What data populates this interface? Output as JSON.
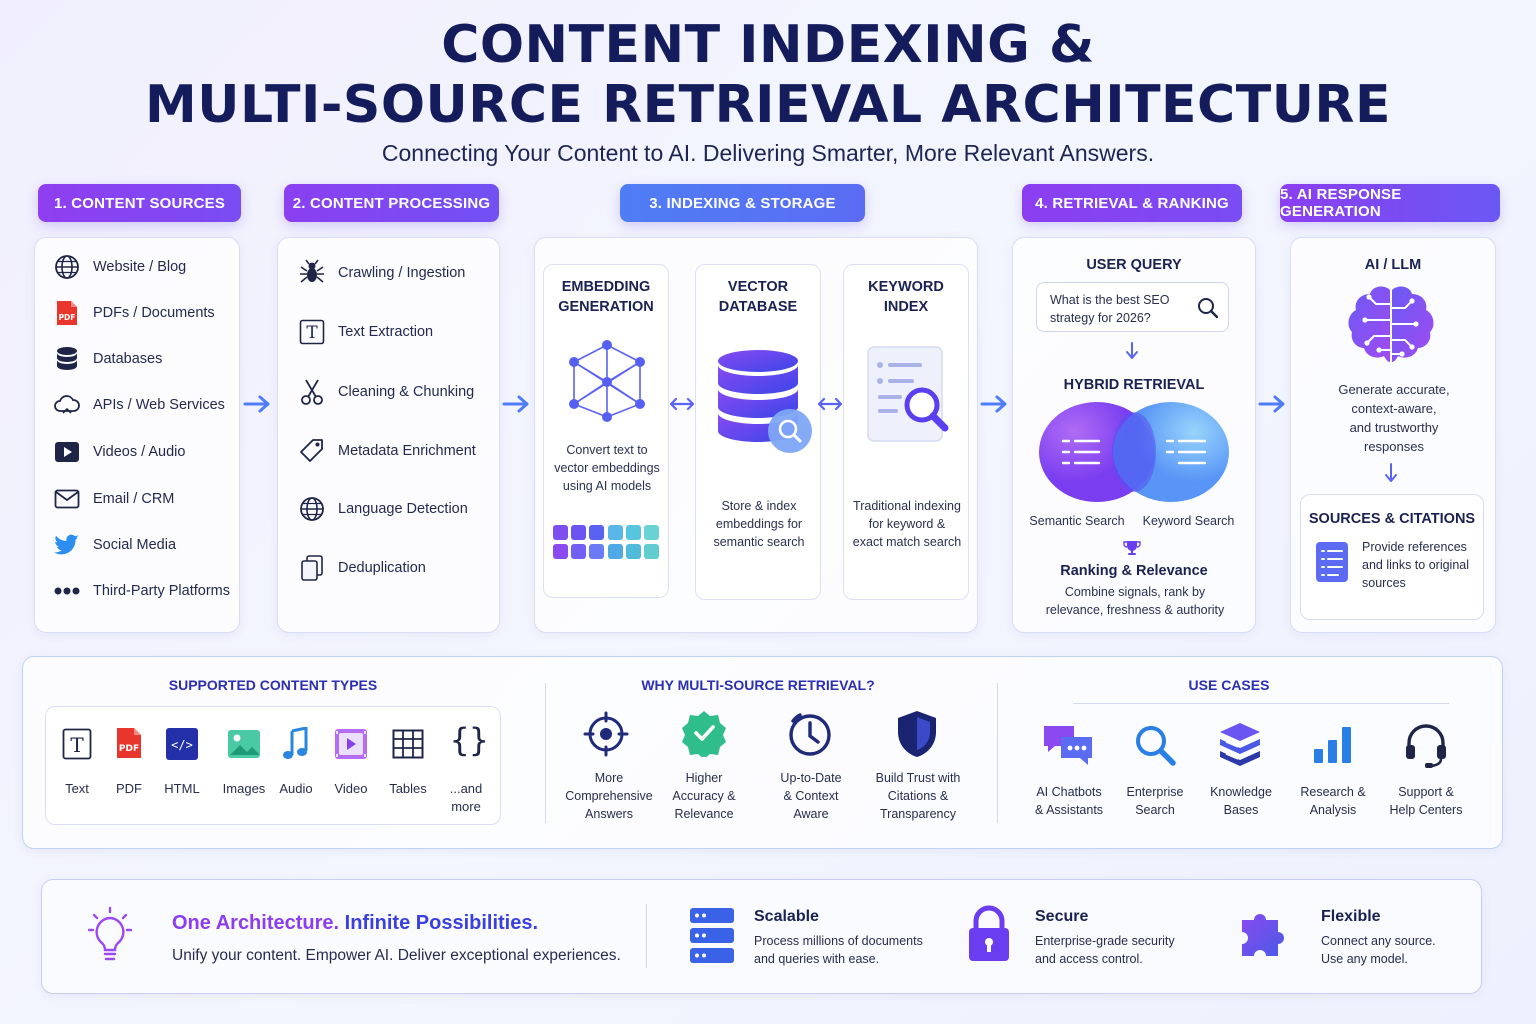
{
  "title": {
    "line1": "CONTENT INDEXING &",
    "line2": "MULTI-SOURCE RETRIEVAL ARCHITECTURE"
  },
  "subtitle": "Connecting Your Content to AI. Delivering Smarter, More Relevant Answers.",
  "colors": {
    "purple": "#8b3ef0",
    "indigo": "#5b5cf0",
    "blue": "#4f7df5",
    "navy": "#141c5c"
  },
  "stages": [
    {
      "label": "1. CONTENT SOURCES"
    },
    {
      "label": "2. CONTENT PROCESSING"
    },
    {
      "label": "3. INDEXING & STORAGE"
    },
    {
      "label": "4. RETRIEVAL & RANKING"
    },
    {
      "label": "5. AI RESPONSE GENERATION"
    }
  ],
  "sources": [
    {
      "icon": "globe-icon",
      "label": "Website / Blog"
    },
    {
      "icon": "pdf-icon",
      "label": "PDFs / Documents"
    },
    {
      "icon": "database-icon",
      "label": "Databases"
    },
    {
      "icon": "cloud-icon",
      "label": "APIs / Web Services"
    },
    {
      "icon": "play-icon",
      "label": "Videos / Audio"
    },
    {
      "icon": "envelope-icon",
      "label": "Email / CRM"
    },
    {
      "icon": "bird-icon",
      "label": "Social Media"
    },
    {
      "icon": "dots-icon",
      "label": "Third-Party Platforms"
    }
  ],
  "processing": [
    {
      "icon": "spider-icon",
      "label": "Crawling / Ingestion"
    },
    {
      "icon": "text-icon",
      "label": "Text Extraction"
    },
    {
      "icon": "scissors-icon",
      "label": "Cleaning & Chunking"
    },
    {
      "icon": "tag-icon",
      "label": "Metadata Enrichment"
    },
    {
      "icon": "globe-icon",
      "label": "Language Detection"
    },
    {
      "icon": "copy-icon",
      "label": "Deduplication"
    }
  ],
  "indexing": {
    "embedding": {
      "title1": "EMBEDDING",
      "title2": "GENERATION",
      "desc1": "Convert text to",
      "desc2": "vector embeddings",
      "desc3": "using AI models"
    },
    "vector": {
      "title1": "VECTOR",
      "title2": "DATABASE",
      "desc1": "Store & index",
      "desc2": "embeddings for",
      "desc3": "semantic search"
    },
    "keyword": {
      "title1": "KEYWORD",
      "title2": "INDEX",
      "desc1": "Traditional indexing",
      "desc2": "for keyword &",
      "desc3": "exact match search"
    }
  },
  "retrieval": {
    "query_title": "USER QUERY",
    "query_line1": "What is the best SEO",
    "query_line2": "strategy for 2026?",
    "hybrid_title": "HYBRID RETRIEVAL",
    "semantic": "Semantic Search",
    "keyword": "Keyword Search",
    "ranking_title": "Ranking & Relevance",
    "ranking_desc1": "Combine signals, rank by",
    "ranking_desc2": "relevance, freshness & authority"
  },
  "response": {
    "title": "AI / LLM",
    "desc1": "Generate accurate,",
    "desc2": "context-aware,",
    "desc3": "and trustworthy",
    "desc4": "responses",
    "citations_title": "SOURCES & CITATIONS",
    "citations1": "Provide references",
    "citations2": "and links to original",
    "citations3": "sources"
  },
  "content_types": {
    "title": "SUPPORTED CONTENT TYPES",
    "items": [
      "Text",
      "PDF",
      "HTML",
      "Images",
      "Audio",
      "Video",
      "Tables",
      "...and",
      "more"
    ]
  },
  "why": {
    "title": "WHY MULTI-SOURCE RETRIEVAL?",
    "items": [
      {
        "l1": "More",
        "l2": "Comprehensive",
        "l3": "Answers"
      },
      {
        "l1": "Higher",
        "l2": "Accuracy &",
        "l3": "Relevance"
      },
      {
        "l1": "Up-to-Date",
        "l2": "& Context",
        "l3": "Aware"
      },
      {
        "l1": "Build Trust with",
        "l2": "Citations &",
        "l3": "Transparency"
      }
    ]
  },
  "use_cases": {
    "title": "USE CASES",
    "items": [
      {
        "l1": "AI Chatbots",
        "l2": "& Assistants"
      },
      {
        "l1": "Enterprise",
        "l2": "Search"
      },
      {
        "l1": "Knowledge",
        "l2": "Bases"
      },
      {
        "l1": "Research &",
        "l2": "Analysis"
      },
      {
        "l1": "Support &",
        "l2": "Help Centers"
      }
    ]
  },
  "footer": {
    "headline_a": "One Architecture.",
    "headline_b": "Infinite Possibilities.",
    "tagline": "Unify your content. Empower AI. Deliver exceptional experiences.",
    "features": [
      {
        "title": "Scalable",
        "d1": "Process millions of documents",
        "d2": "and queries with ease."
      },
      {
        "title": "Secure",
        "d1": "Enterprise-grade security",
        "d2": "and access control."
      },
      {
        "title": "Flexible",
        "d1": "Connect any source.",
        "d2": "Use any model."
      }
    ]
  }
}
